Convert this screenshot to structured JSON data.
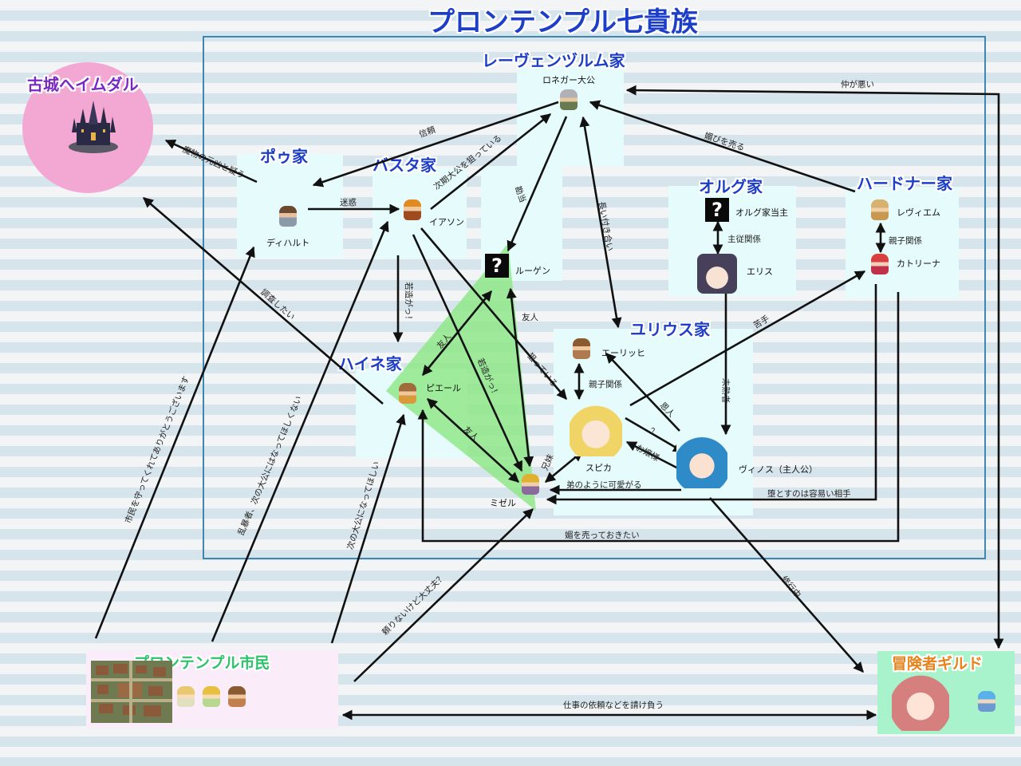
{
  "main_title": "プロンテンプル七貴族",
  "groups": {
    "castle": "古城へイムダル",
    "rewen": "レーヴェンヅルム家",
    "pou": "ポゥ家",
    "basta": "バスタ家",
    "olug": "オルグ家",
    "hardner": "ハードナー家",
    "heine": "ハイネ家",
    "yurius": "ユリウス家",
    "citizens": "プロンテンプル市民",
    "guild": "冒険者ギルド"
  },
  "people": {
    "roneger": "ロネガー大公",
    "dihalt": "ディハルト",
    "iason": "イアソン",
    "rugen": "ルーゲン",
    "olug_head": "オルグ家当主",
    "eris": "エリス",
    "leviem": "レヴィエム",
    "katrina": "カトリーナ",
    "eirich": "エーリッヒ",
    "pierre": "ピエール",
    "spica": "スピカ",
    "vinos": "ヴィノス（主人公）",
    "mizel": "ミゼル"
  },
  "relations": {
    "naka_ga_warui": "仲が悪い",
    "shinrai": "信頼",
    "jiki_taikou": "次期大公を狙っている",
    "kobi": "媚びを売る",
    "kanto": "勘当",
    "nagai_tsukiai": "長い付き合い",
    "mamono": "魔物の元凶と疑う",
    "meiwaku": "迷惑",
    "shujuu": "主従関係",
    "oyako_h": "親子関係",
    "wakazou1": "若造がっ！",
    "wakazou2": "若造がっ！",
    "chousa": "調査したい",
    "yujin1": "友人",
    "yujin2": "友人",
    "yujin3": "友人",
    "neratteiru": "狙っている",
    "mijukusha": "未熟者",
    "nigate": "苦手",
    "oyako_y": "親子関係",
    "onjin": "恩人",
    "question": "？",
    "ojousama": "お嬢様",
    "kyoudai": "兄妹",
    "otouto": "弟のように可愛がる",
    "otosu": "堕とすのは容易い相手",
    "kobi2": "媚を売っておきたい",
    "shimin_mamotte": "市民を守ってくれてありがとうございます",
    "ranbou": "乱暴者、次の大公にはなってほしくない",
    "tsugi_taikou": "次の大公になってほしい",
    "tayorinai": "頼りないけど大丈夫？",
    "shugyou": "修行中",
    "shigoto": "仕事の依頼などを請け負う"
  },
  "icons": {
    "castle": "castle-icon",
    "town_map": "town-map-icon",
    "unknown": "question-mark-icon"
  }
}
